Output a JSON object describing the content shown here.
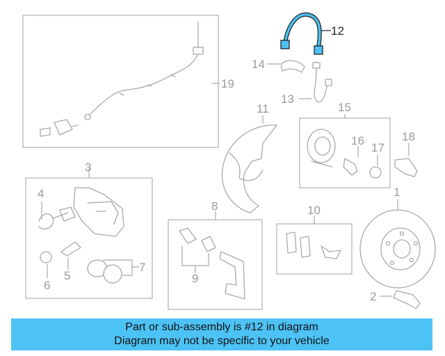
{
  "diagram": {
    "highlight_color": "#4dc3f5",
    "callouts": [
      {
        "id": "1",
        "label": "1"
      },
      {
        "id": "2",
        "label": "2"
      },
      {
        "id": "3",
        "label": "3"
      },
      {
        "id": "4",
        "label": "4"
      },
      {
        "id": "5",
        "label": "5"
      },
      {
        "id": "6",
        "label": "6"
      },
      {
        "id": "7",
        "label": "7"
      },
      {
        "id": "8",
        "label": "8"
      },
      {
        "id": "9",
        "label": "9"
      },
      {
        "id": "10",
        "label": "10"
      },
      {
        "id": "11",
        "label": "11"
      },
      {
        "id": "12",
        "label": "12"
      },
      {
        "id": "13",
        "label": "13"
      },
      {
        "id": "14",
        "label": "14"
      },
      {
        "id": "15",
        "label": "15"
      },
      {
        "id": "16",
        "label": "16"
      },
      {
        "id": "17",
        "label": "17"
      },
      {
        "id": "18",
        "label": "18"
      },
      {
        "id": "19",
        "label": "19"
      }
    ]
  },
  "banner": {
    "line1": "Part or sub-assembly is #12 in diagram",
    "line2": "Diagram may not be specific to your vehicle",
    "background": "#4dc3f5"
  }
}
